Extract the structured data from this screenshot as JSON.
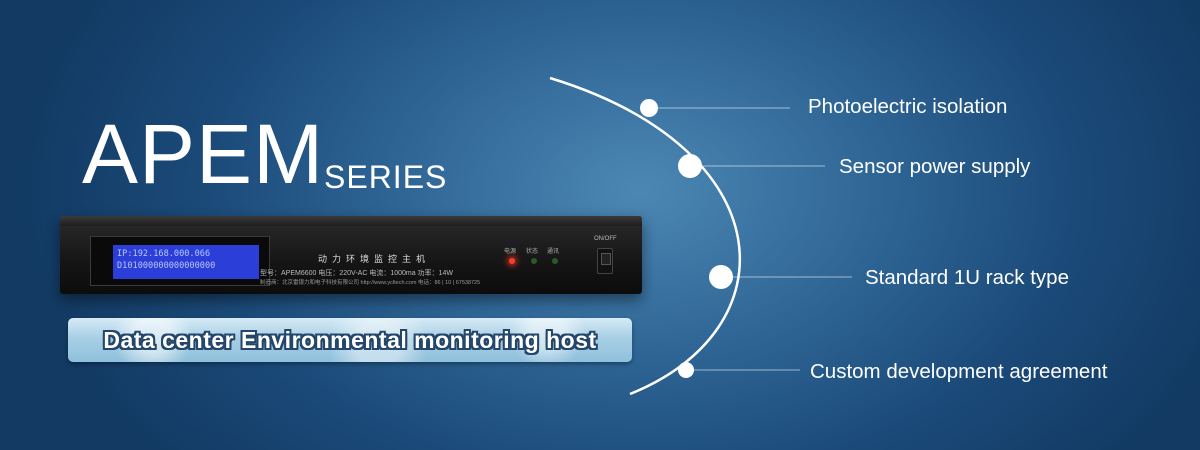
{
  "title": {
    "main": "APEM",
    "sub": "SERIES"
  },
  "device": {
    "lcd_line1": "IP:192.168.000.066",
    "lcd_line2": "D101000000000000000",
    "panel_title": "动力环境监控主机",
    "model_line": "型号：APEM6600    电压：220V-AC    电流：1000ma    功率：14W",
    "maker_line": "制造商：北京雷银力和电子科技有限公司    http://www.ycltech.com    电话：86 | 10 | 67538725",
    "indicators": [
      "电源",
      "状态",
      "通讯"
    ],
    "switch_label": "ON/OFF"
  },
  "subtitle": "Data center Environmental monitoring host",
  "features": [
    "Photoelectric isolation",
    "Sensor power supply",
    "Standard 1U rack type",
    "Custom development agreement"
  ]
}
